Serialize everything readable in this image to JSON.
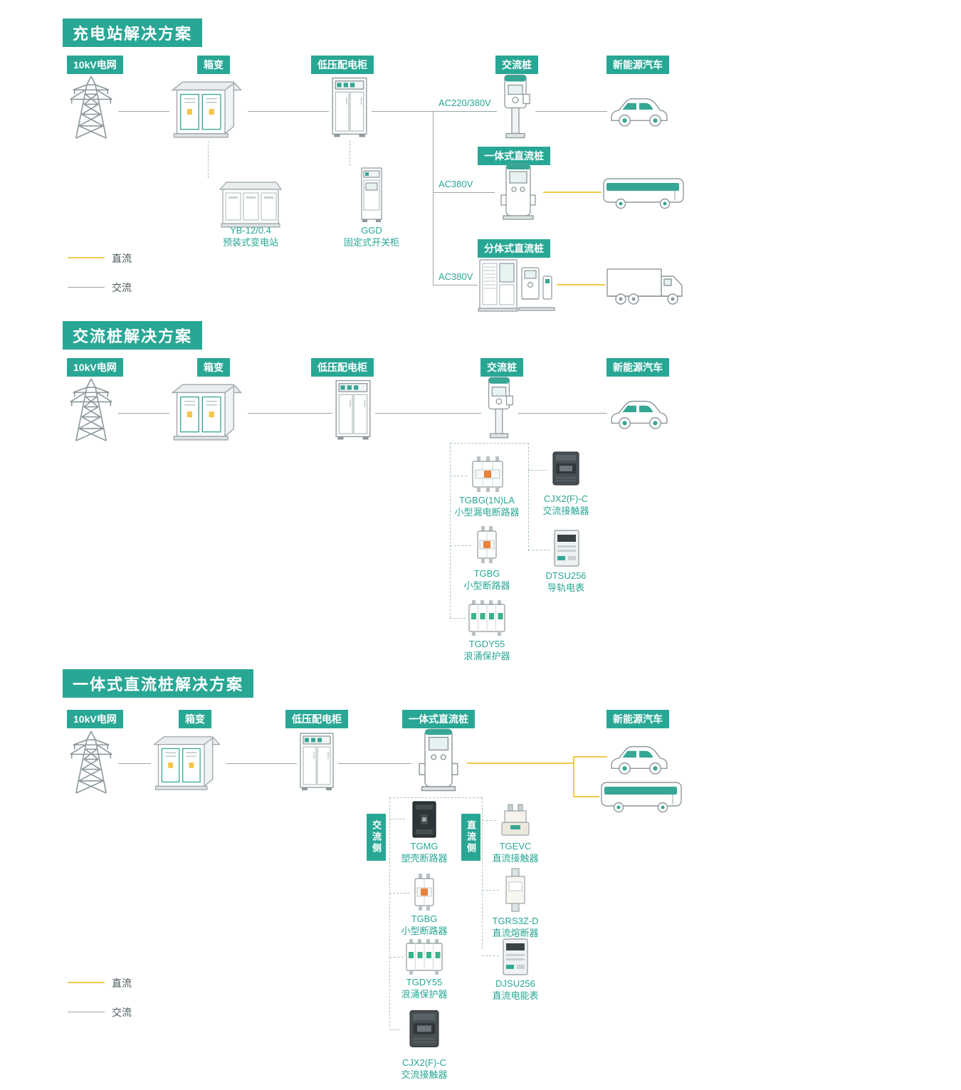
{
  "colors": {
    "teal": "#29A795",
    "dc_line": "#F2C94C",
    "ac_line": "#9AA5A8"
  },
  "legend": {
    "dc": "直流",
    "ac": "交流"
  },
  "section1": {
    "title": "充电站解决方案",
    "nodes": {
      "grid": "10kV电网",
      "transformer": "箱变",
      "lv_cabinet": "低压配电柜",
      "ac_pile": "交流桩",
      "ev": "新能源汽车"
    },
    "voltages": {
      "to_ac_pile": "AC220/380V",
      "to_dc_pile": "AC380V",
      "to_split_pile": "AC380V"
    },
    "badges": {
      "dc_pile": "一体式直流桩",
      "split_pile": "分体式直流桩"
    },
    "equipment": {
      "substation": {
        "name": "YB-12/0.4",
        "desc": "预装式变电站"
      },
      "switchgear": {
        "name": "GGD",
        "desc": "固定式开关柜"
      }
    }
  },
  "section2": {
    "title": "交流桩解决方案",
    "nodes": {
      "grid": "10kV电网",
      "transformer": "箱变",
      "lv_cabinet": "低压配电柜",
      "ac_pile": "交流桩",
      "ev": "新能源汽车"
    },
    "components": [
      {
        "name": "TGBG(1N)LA",
        "desc": "小型漏电断路器"
      },
      {
        "name": "CJX2(F)-C",
        "desc": "交流接触器"
      },
      {
        "name": "TGBG",
        "desc": "小型断路器"
      },
      {
        "name": "DTSU256",
        "desc": "导轨电表"
      },
      {
        "name": "TGDY55",
        "desc": "浪涌保护器"
      }
    ]
  },
  "section3": {
    "title": "一体式直流桩解决方案",
    "nodes": {
      "grid": "10kV电网",
      "transformer": "箱变",
      "lv_cabinet": "低压配电柜",
      "dc_pile": "一体式直流桩",
      "ev": "新能源汽车"
    },
    "sides": {
      "ac": "交流侧",
      "dc": "直流侧"
    },
    "ac_components": [
      {
        "name": "TGMG",
        "desc": "塑壳断路器"
      },
      {
        "name": "TGBG",
        "desc": "小型断路器"
      },
      {
        "name": "TGDY55",
        "desc": "浪涌保护器"
      },
      {
        "name": "CJX2(F)-C",
        "desc": "交流接触器"
      }
    ],
    "dc_components": [
      {
        "name": "TGEVC",
        "desc": "直流接触器"
      },
      {
        "name": "TGRS3Z-D",
        "desc": "直流熔断器"
      },
      {
        "name": "DJSU256",
        "desc": "直流电能表"
      }
    ]
  }
}
